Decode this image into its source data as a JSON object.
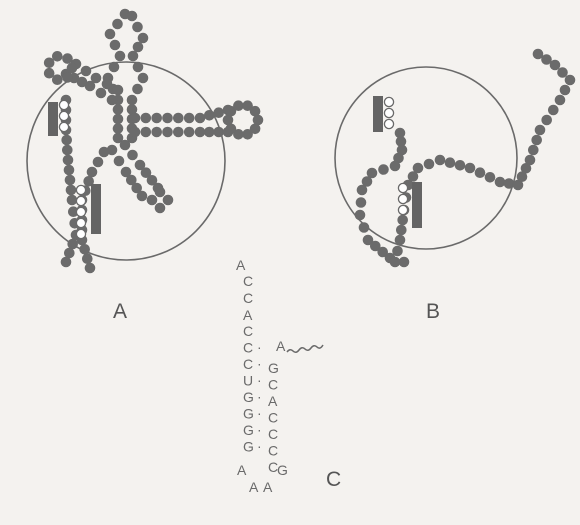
{
  "panels": [
    {
      "label": "A"
    },
    {
      "label": "B"
    },
    {
      "label": "C"
    }
  ],
  "sequence": {
    "acceptor_tail": [
      "A",
      "C",
      "C",
      "A"
    ],
    "stem_left": [
      "C",
      "C",
      "C",
      "U",
      "G",
      "G",
      "G",
      "G"
    ],
    "stem_right": [
      "A",
      "G",
      "C",
      "A",
      "C",
      "C",
      "C",
      "C"
    ],
    "pair_symbol": "·",
    "loop": [
      "A",
      "A",
      "A",
      "G"
    ]
  },
  "colors": {
    "bead": "#6b6b6b",
    "bead_open": "#ffffff",
    "outline": "#6a6a6a",
    "bar": "#646464",
    "label": "#555555"
  }
}
